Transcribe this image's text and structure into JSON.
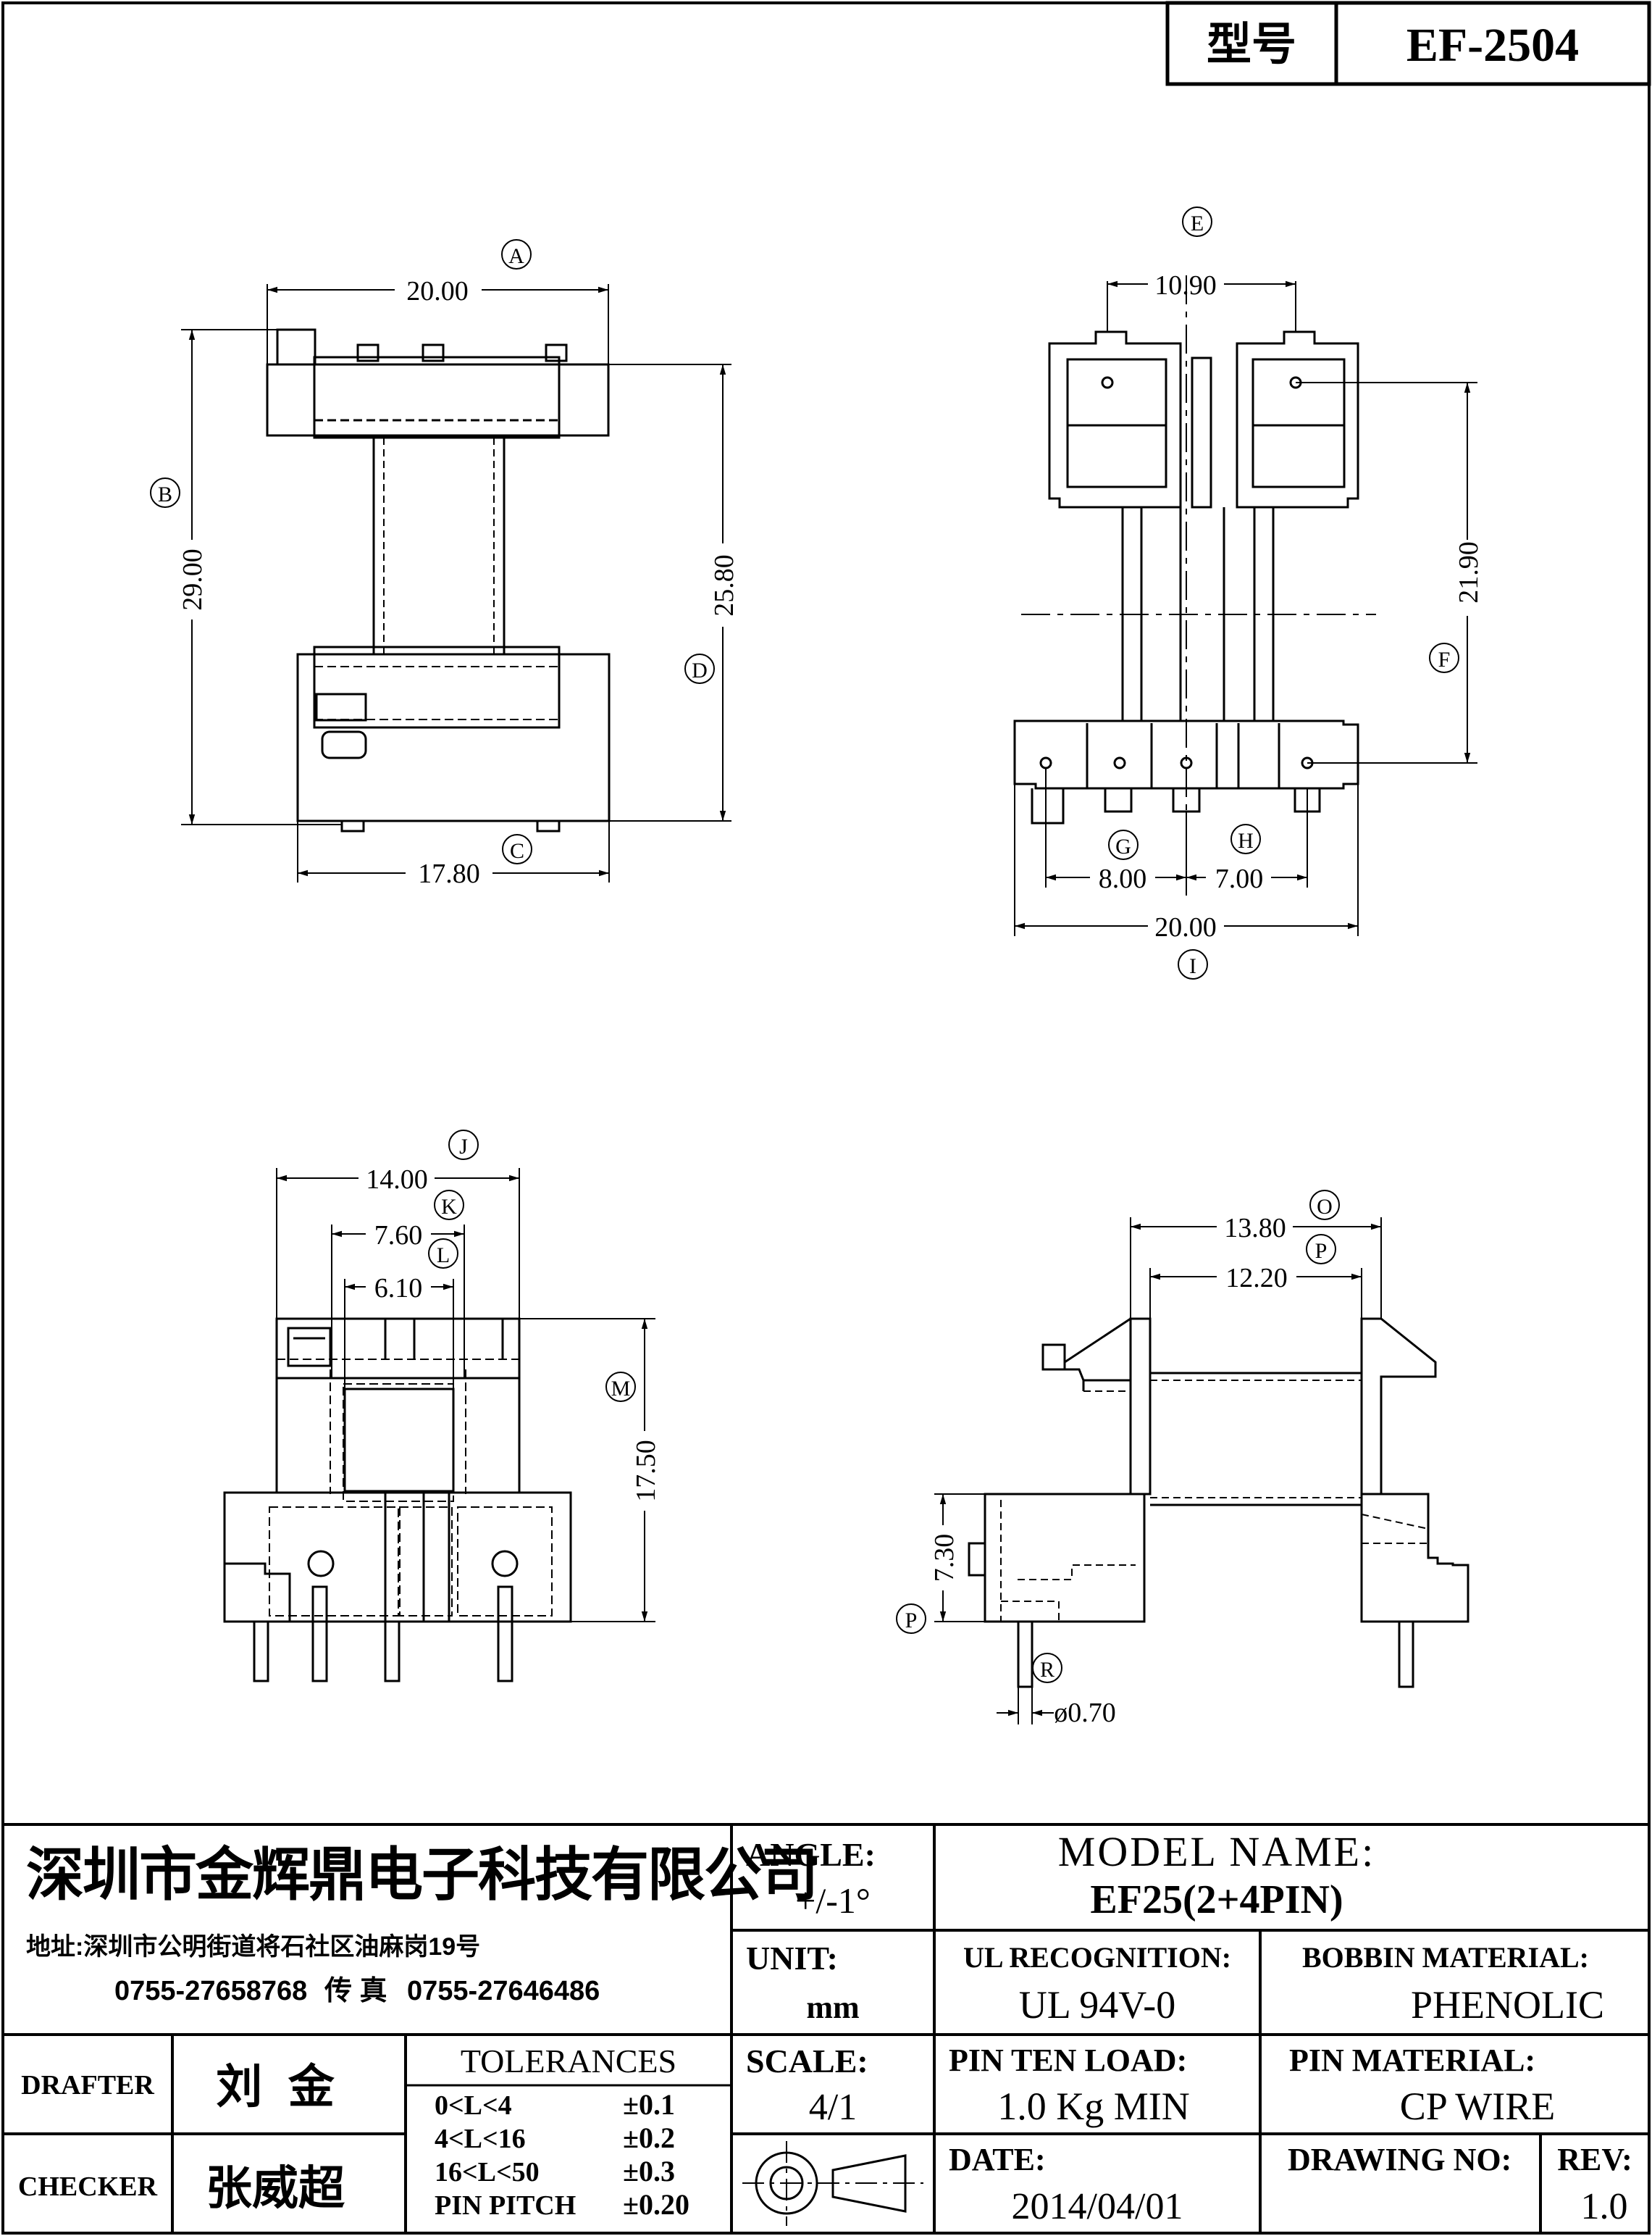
{
  "header": {
    "model_label": "型号",
    "model_value": "EF-2504"
  },
  "views": {
    "front": {
      "dims": {
        "A": "20.00",
        "B": "29.00",
        "C": "17.80",
        "D": "25.80"
      },
      "tags": {
        "A": "A",
        "B": "B",
        "C": "C",
        "D": "D"
      }
    },
    "side": {
      "dims": {
        "E": "10.90",
        "F": "21.90",
        "G": "8.00",
        "H": "7.00",
        "I": "20.00"
      },
      "tags": {
        "E": "E",
        "F": "F",
        "G": "G",
        "H": "H",
        "I": "I"
      }
    },
    "bottom": {
      "dims": {
        "J": "14.00",
        "K": "7.60",
        "L": "6.10",
        "M": "17.50"
      },
      "tags": {
        "J": "J",
        "K": "K",
        "L": "L",
        "M": "M"
      }
    },
    "profile": {
      "dims": {
        "O": "13.80",
        "P": "12.20",
        "P2": "7.30",
        "R": "ø0.70"
      },
      "tags": {
        "O": "O",
        "P": "P",
        "P2": "P",
        "R": "R"
      }
    }
  },
  "title_block": {
    "company": "深圳市金辉鼎电子科技有限公司",
    "address": "地址:深圳市公明街道将石社区油麻岗19号",
    "phone": "0755-27658768",
    "fax_label": "传 真",
    "fax": "0755-27646486",
    "drafter_label": "DRAFTER",
    "drafter": "刘  金",
    "checker_label": "CHECKER",
    "checker": "张威超",
    "tolerances_label": "TOLERANCES",
    "tolerances": [
      {
        "range": "0<L<4",
        "value": "±0.1"
      },
      {
        "range": "4<L<16",
        "value": "±0.2"
      },
      {
        "range": "16<L<50",
        "value": "±0.3"
      },
      {
        "range": "PIN PITCH",
        "value": "±0.20"
      }
    ],
    "angle_label": "ANGLE:",
    "angle": "+/-1°",
    "unit_label": "UNIT:",
    "unit": "mm",
    "scale_label": "SCALE:",
    "scale": "4/1",
    "model_name_label": "MODEL NAME:",
    "model_name": "EF25(2+4PIN)",
    "ul_label": "UL RECOGNITION:",
    "ul": "UL 94V-0",
    "bobbin_label": "BOBBIN MATERIAL:",
    "bobbin": "PHENOLIC",
    "pin_load_label": "PIN TEN LOAD:",
    "pin_load": "1.0 Kg MIN",
    "pin_material_label": "PIN MATERIAL:",
    "pin_material": "CP WIRE",
    "date_label": "DATE:",
    "date": "2014/04/01",
    "drawing_no_label": "DRAWING NO:",
    "drawing_no": "",
    "rev_label": "REV:",
    "rev": "1.0"
  }
}
